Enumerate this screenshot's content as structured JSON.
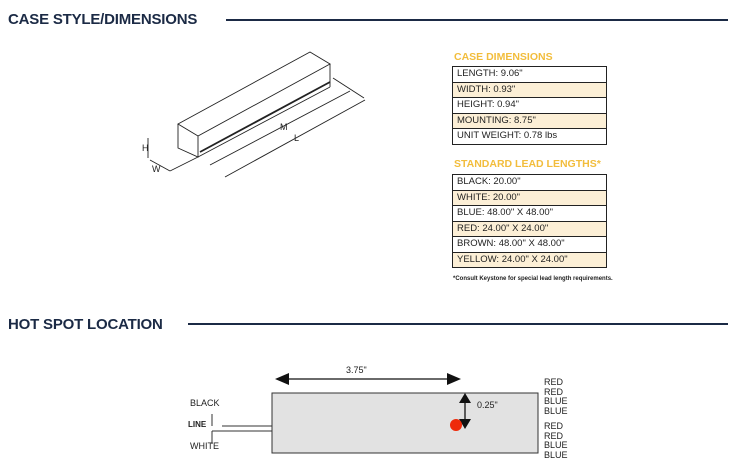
{
  "case_section": {
    "title": "CASE STYLE/DIMENSIONS",
    "diagram_labels": {
      "h": "H",
      "w": "W",
      "m": "M",
      "l": "L"
    }
  },
  "case_dimensions": {
    "title": "CASE DIMENSIONS",
    "rows": [
      "LENGTH: 9.06\"",
      "WIDTH: 0.93\"",
      "HEIGHT: 0.94\"",
      "MOUNTING: 8.75\"",
      "UNIT WEIGHT: 0.78 lbs"
    ]
  },
  "lead_lengths": {
    "title": "STANDARD LEAD LENGTHS*",
    "rows": [
      "BLACK: 20.00\"",
      "WHITE: 20.00\"",
      "BLUE: 48.00\" X 48.00\"",
      "RED: 24.00\" X 24.00\"",
      "BROWN: 48.00\" X 48.00\"",
      "YELLOW: 24.00\" X 24.00\""
    ],
    "footnote": "*Consult Keystone for special lead length requirements."
  },
  "hot_spot": {
    "title": "HOT SPOT LOCATION",
    "horizontal_dim": "3.75\"",
    "vertical_dim": "0.25\"",
    "black": "BLACK",
    "line": "LINE",
    "white": "WHITE",
    "right_leads": [
      "RED",
      "RED",
      "BLUE",
      "BLUE",
      "RED",
      "RED",
      "BLUE",
      "BLUE"
    ]
  },
  "colors": {
    "navy": "#1b2a45",
    "gold": "#f2bd3c",
    "hot_spot": "#ee2a0a"
  }
}
